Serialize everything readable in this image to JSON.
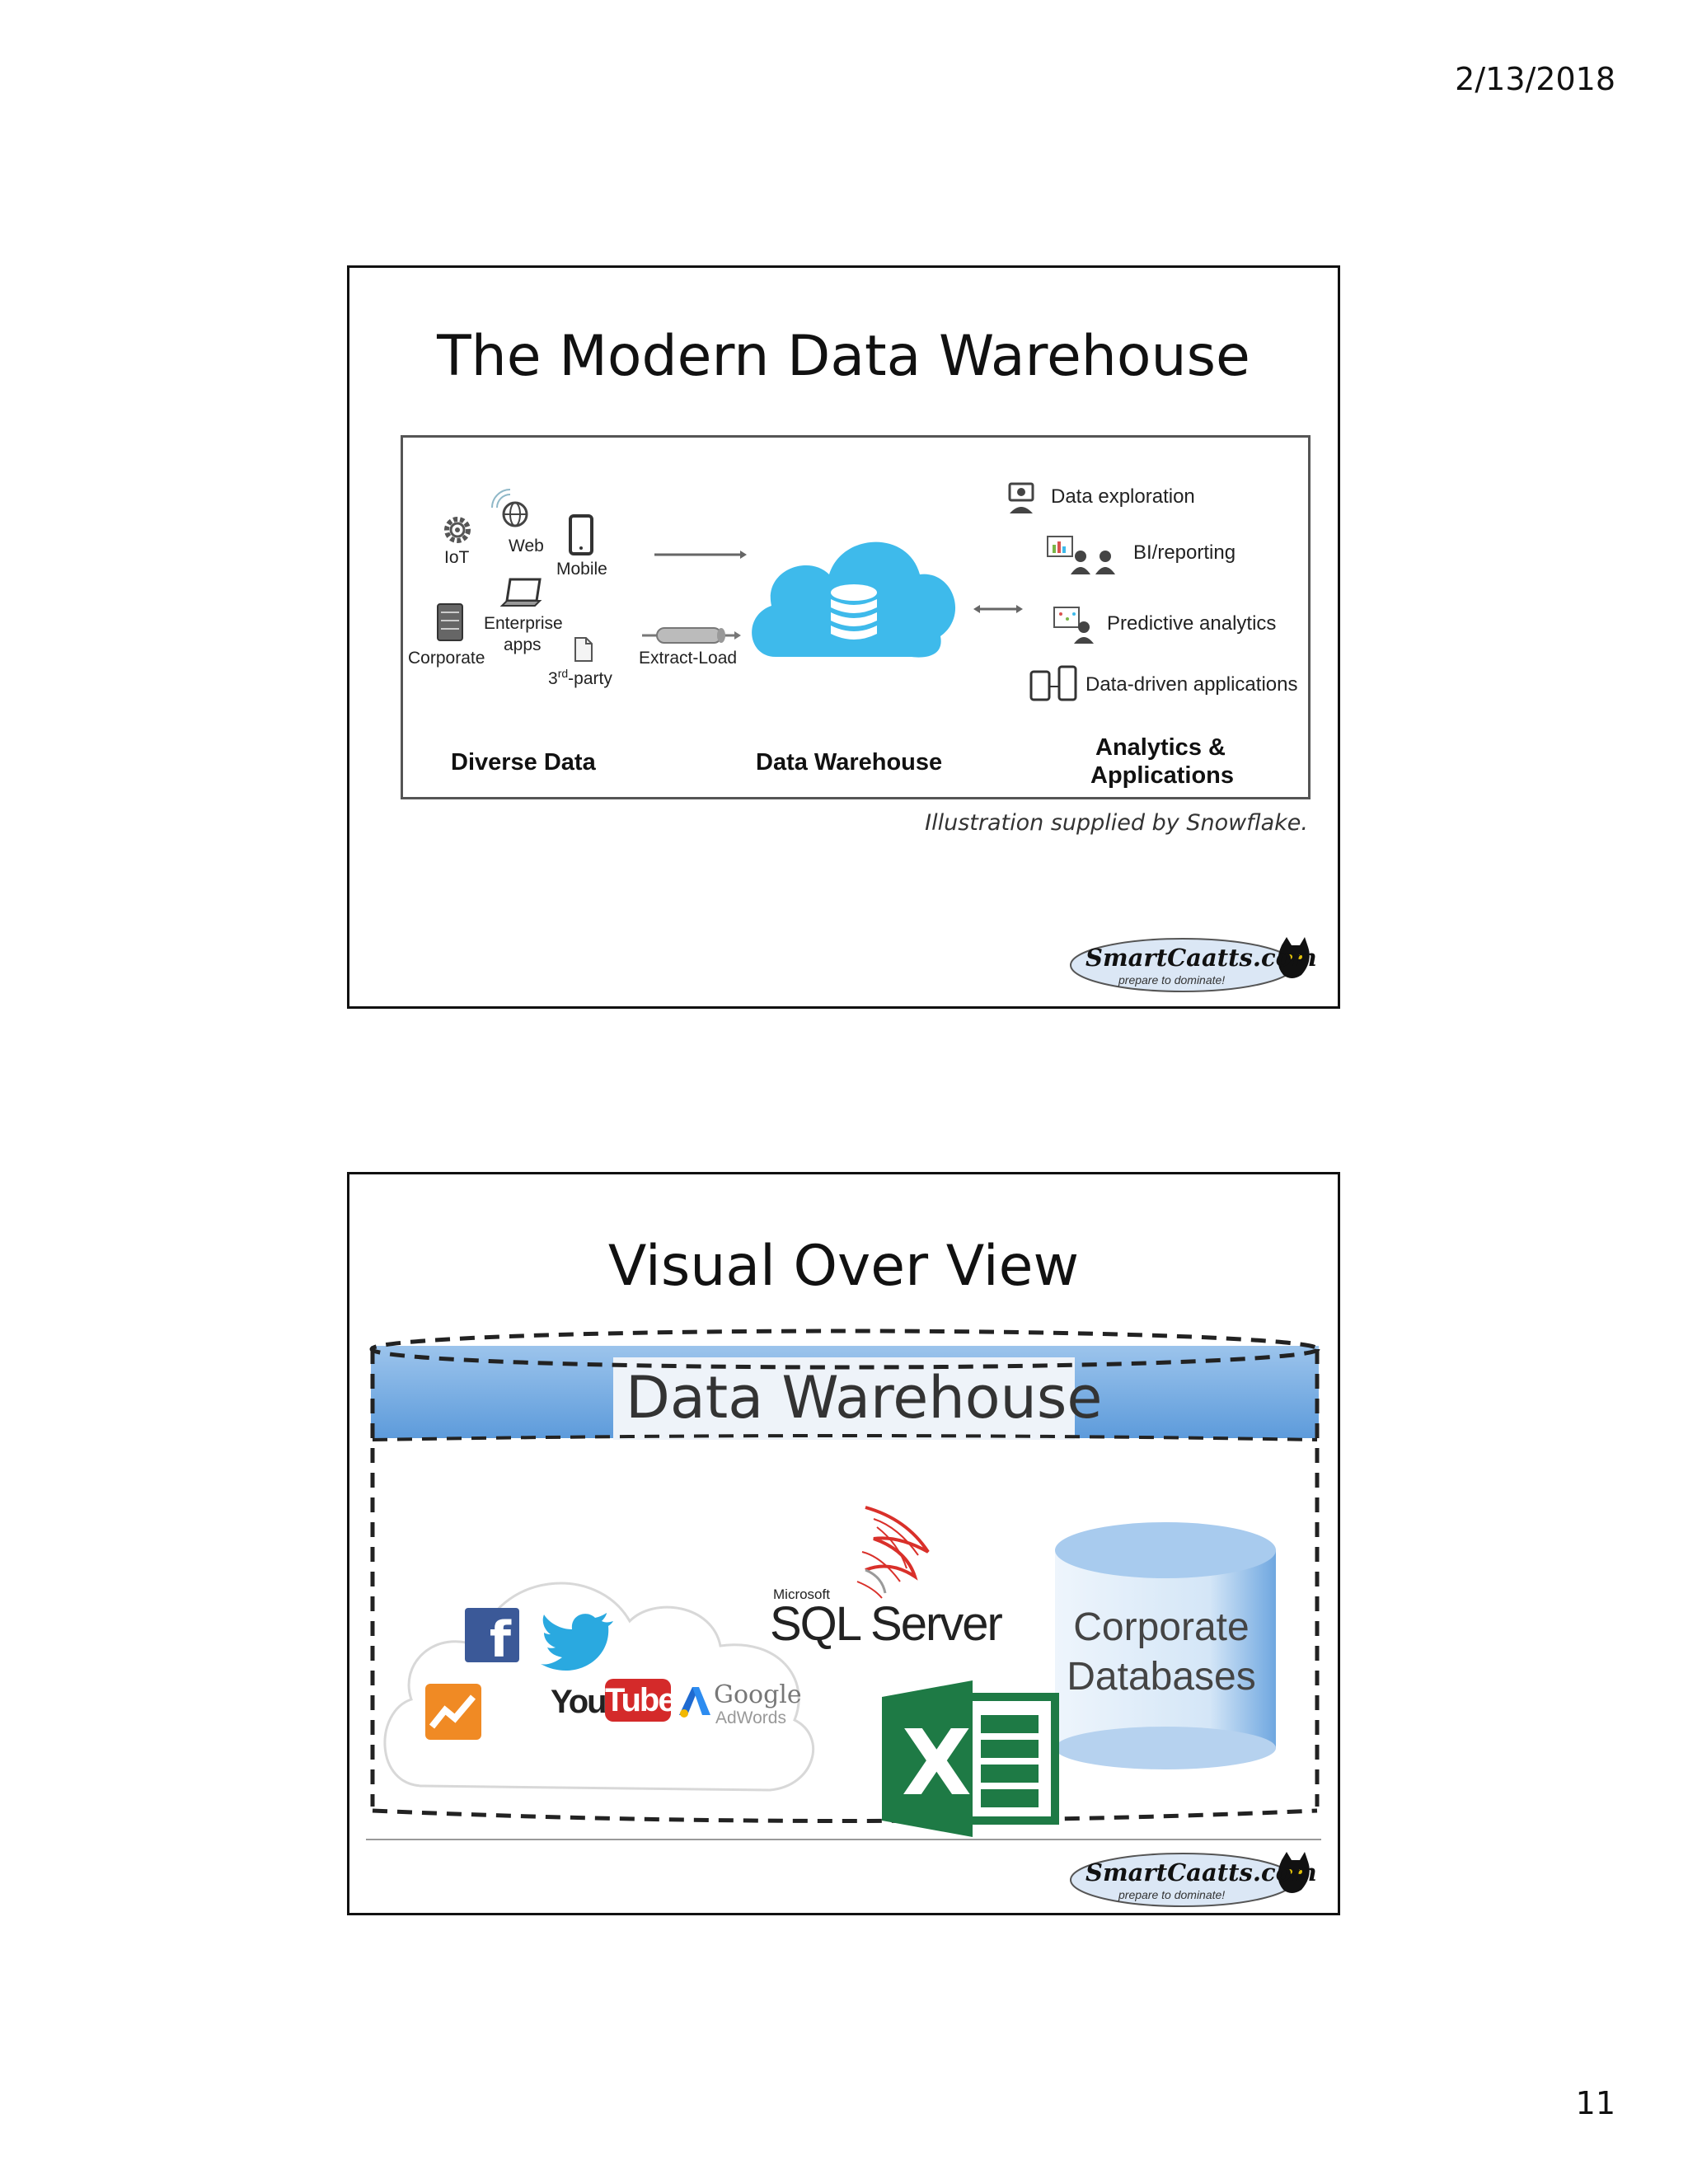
{
  "page": {
    "date": "2/13/2018",
    "number": "11"
  },
  "slide1": {
    "title": "The Modern Data Warehouse",
    "diagram": {
      "sources": {
        "iot": "IoT",
        "web": "Web",
        "mobile": "Mobile",
        "enterprise_line1": "Enterprise",
        "enterprise_line2": "apps",
        "corporate": "Corporate",
        "third_party_prefix": "3",
        "third_party_sup": "rd",
        "third_party_suffix": "-party"
      },
      "extract_load": "Extract-Load",
      "outputs": {
        "exploration": "Data exploration",
        "bi": "BI/reporting",
        "predictive": "Predictive analytics",
        "apps": "Data-driven applications"
      },
      "headers": {
        "diverse": "Diverse Data",
        "warehouse": "Data Warehouse",
        "analytics_line1": "Analytics &",
        "analytics_line2": "Applications"
      },
      "colors": {
        "cloud": "#3ebaeb",
        "icon": "#333333",
        "wifi": "#8fb8c8"
      }
    },
    "caption": "Illustration supplied by Snowflake.",
    "logo": {
      "name": "SmartCaatts.com",
      "tagline": "prepare to dominate!"
    }
  },
  "slide2": {
    "title": "Visual Over View",
    "band_label": "Data Warehouse",
    "sql_vendor": "Microsoft",
    "sql_label": "SQL Server",
    "corporate_line1": "Corporate",
    "corporate_line2": "Databases",
    "youtube_you": "You",
    "youtube_tube": "Tube",
    "google": "Google",
    "adwords": "AdWords",
    "excel_letter": "X",
    "colors": {
      "band": "#6aa6df",
      "facebook": "#3b5998",
      "twitter": "#2aa9e0",
      "excel": "#1e7a45",
      "sql_red": "#d9302a",
      "cylinder": "#7fb1e3"
    },
    "logo": {
      "name": "SmartCaatts.com",
      "tagline": "prepare to dominate!"
    }
  }
}
